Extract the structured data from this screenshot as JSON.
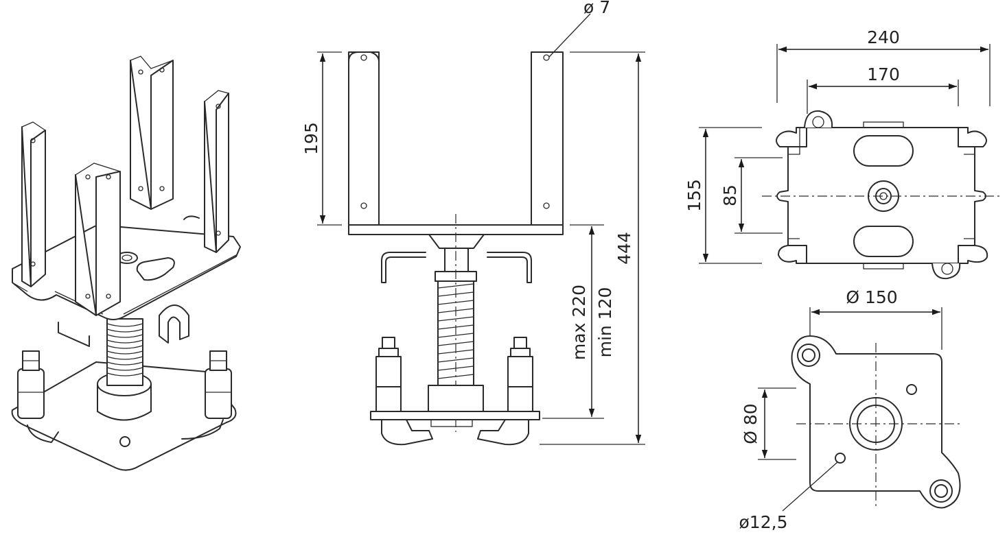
{
  "side_view": {
    "dim_height_top": "195",
    "dim_hole": "ø 7",
    "dim_total_height": "444",
    "dim_max": "max 220",
    "dim_min": "min 120"
  },
  "top_view": {
    "dim_outer_width": "240",
    "dim_inner_width": "170",
    "dim_outer_height": "155",
    "dim_inner_height": "85"
  },
  "base_view": {
    "dim_plate_width": "Ø 150",
    "dim_boss": "Ø 80",
    "dim_hole": "ø12,5"
  },
  "colors": {
    "line": "#2a2a2a",
    "background": "#ffffff"
  }
}
